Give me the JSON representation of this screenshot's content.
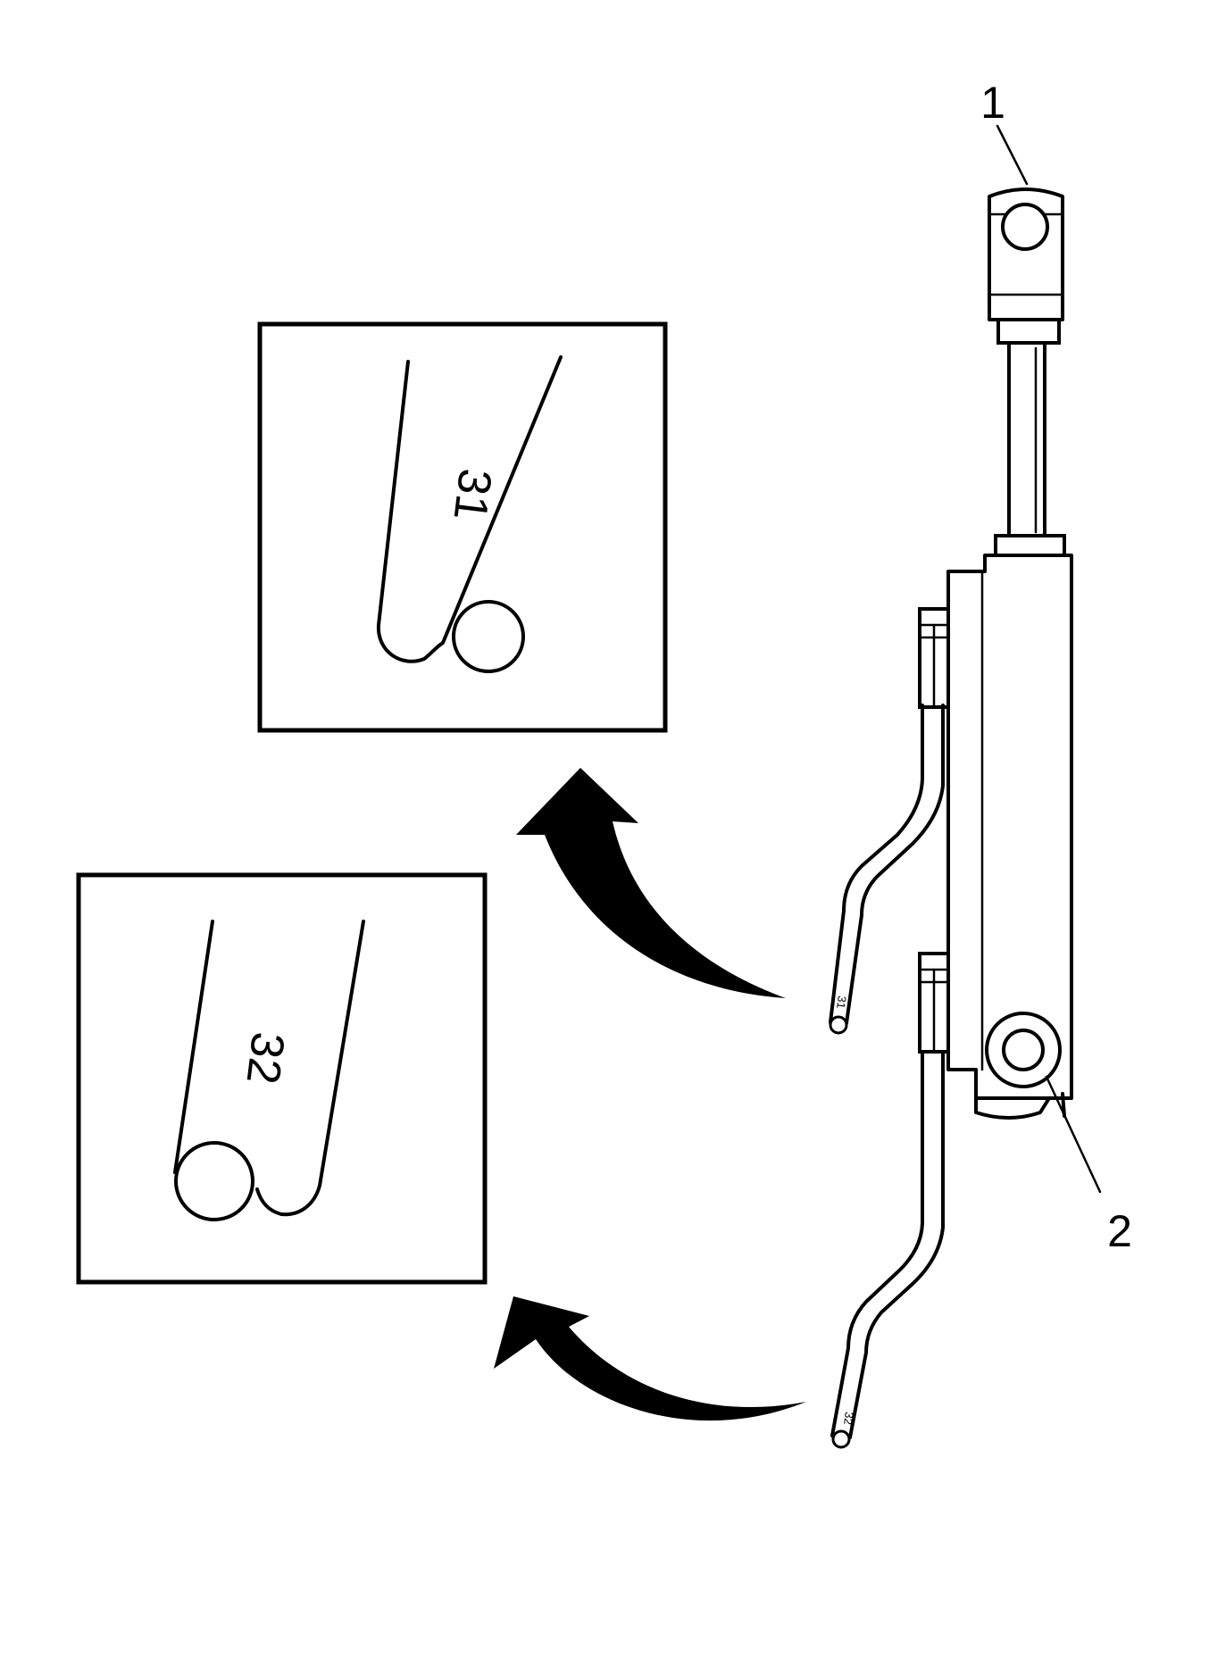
{
  "diagram": {
    "callouts": [
      {
        "id": "1",
        "text": "1"
      },
      {
        "id": "2",
        "text": "2"
      }
    ],
    "inset_31": {
      "tag": "31"
    },
    "inset_32": {
      "tag": "32"
    },
    "hose_tags": {
      "upper": "31",
      "lower": "32"
    },
    "colors": {
      "line": "#000000",
      "background": "#ffffff"
    }
  }
}
